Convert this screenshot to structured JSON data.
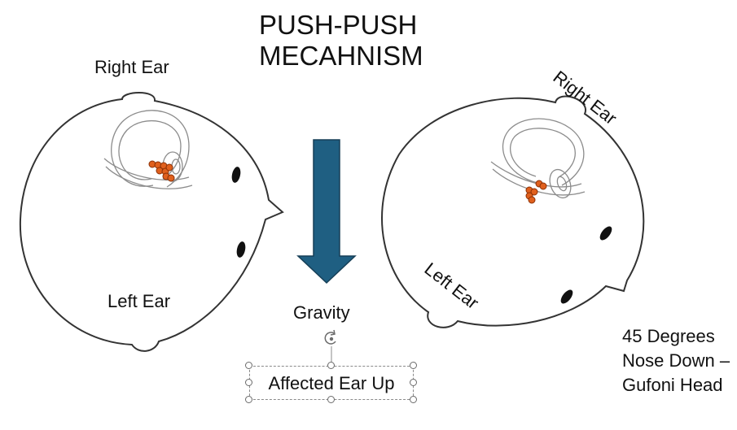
{
  "title_lines": [
    "PUSH-PUSH",
    "MECAHNISM"
  ],
  "left_head": {
    "right_ear_label": "Right Ear",
    "left_ear_label": "Left Ear"
  },
  "gravity_label": "Gravity",
  "affected_text": "Affected Ear Up",
  "right_head": {
    "right_ear_label": "Right Ear",
    "left_ear_label": "Left Ear"
  },
  "position_note": "45 Degrees Nose Down – Gufoni Head",
  "colors": {
    "arrow_fill": "#1f5f82",
    "arrow_stroke": "#163f57",
    "crystal_fill": "#e0601d",
    "crystal_stroke": "#8a3006",
    "outline": "#333333",
    "canal": "#8c8c8c"
  }
}
